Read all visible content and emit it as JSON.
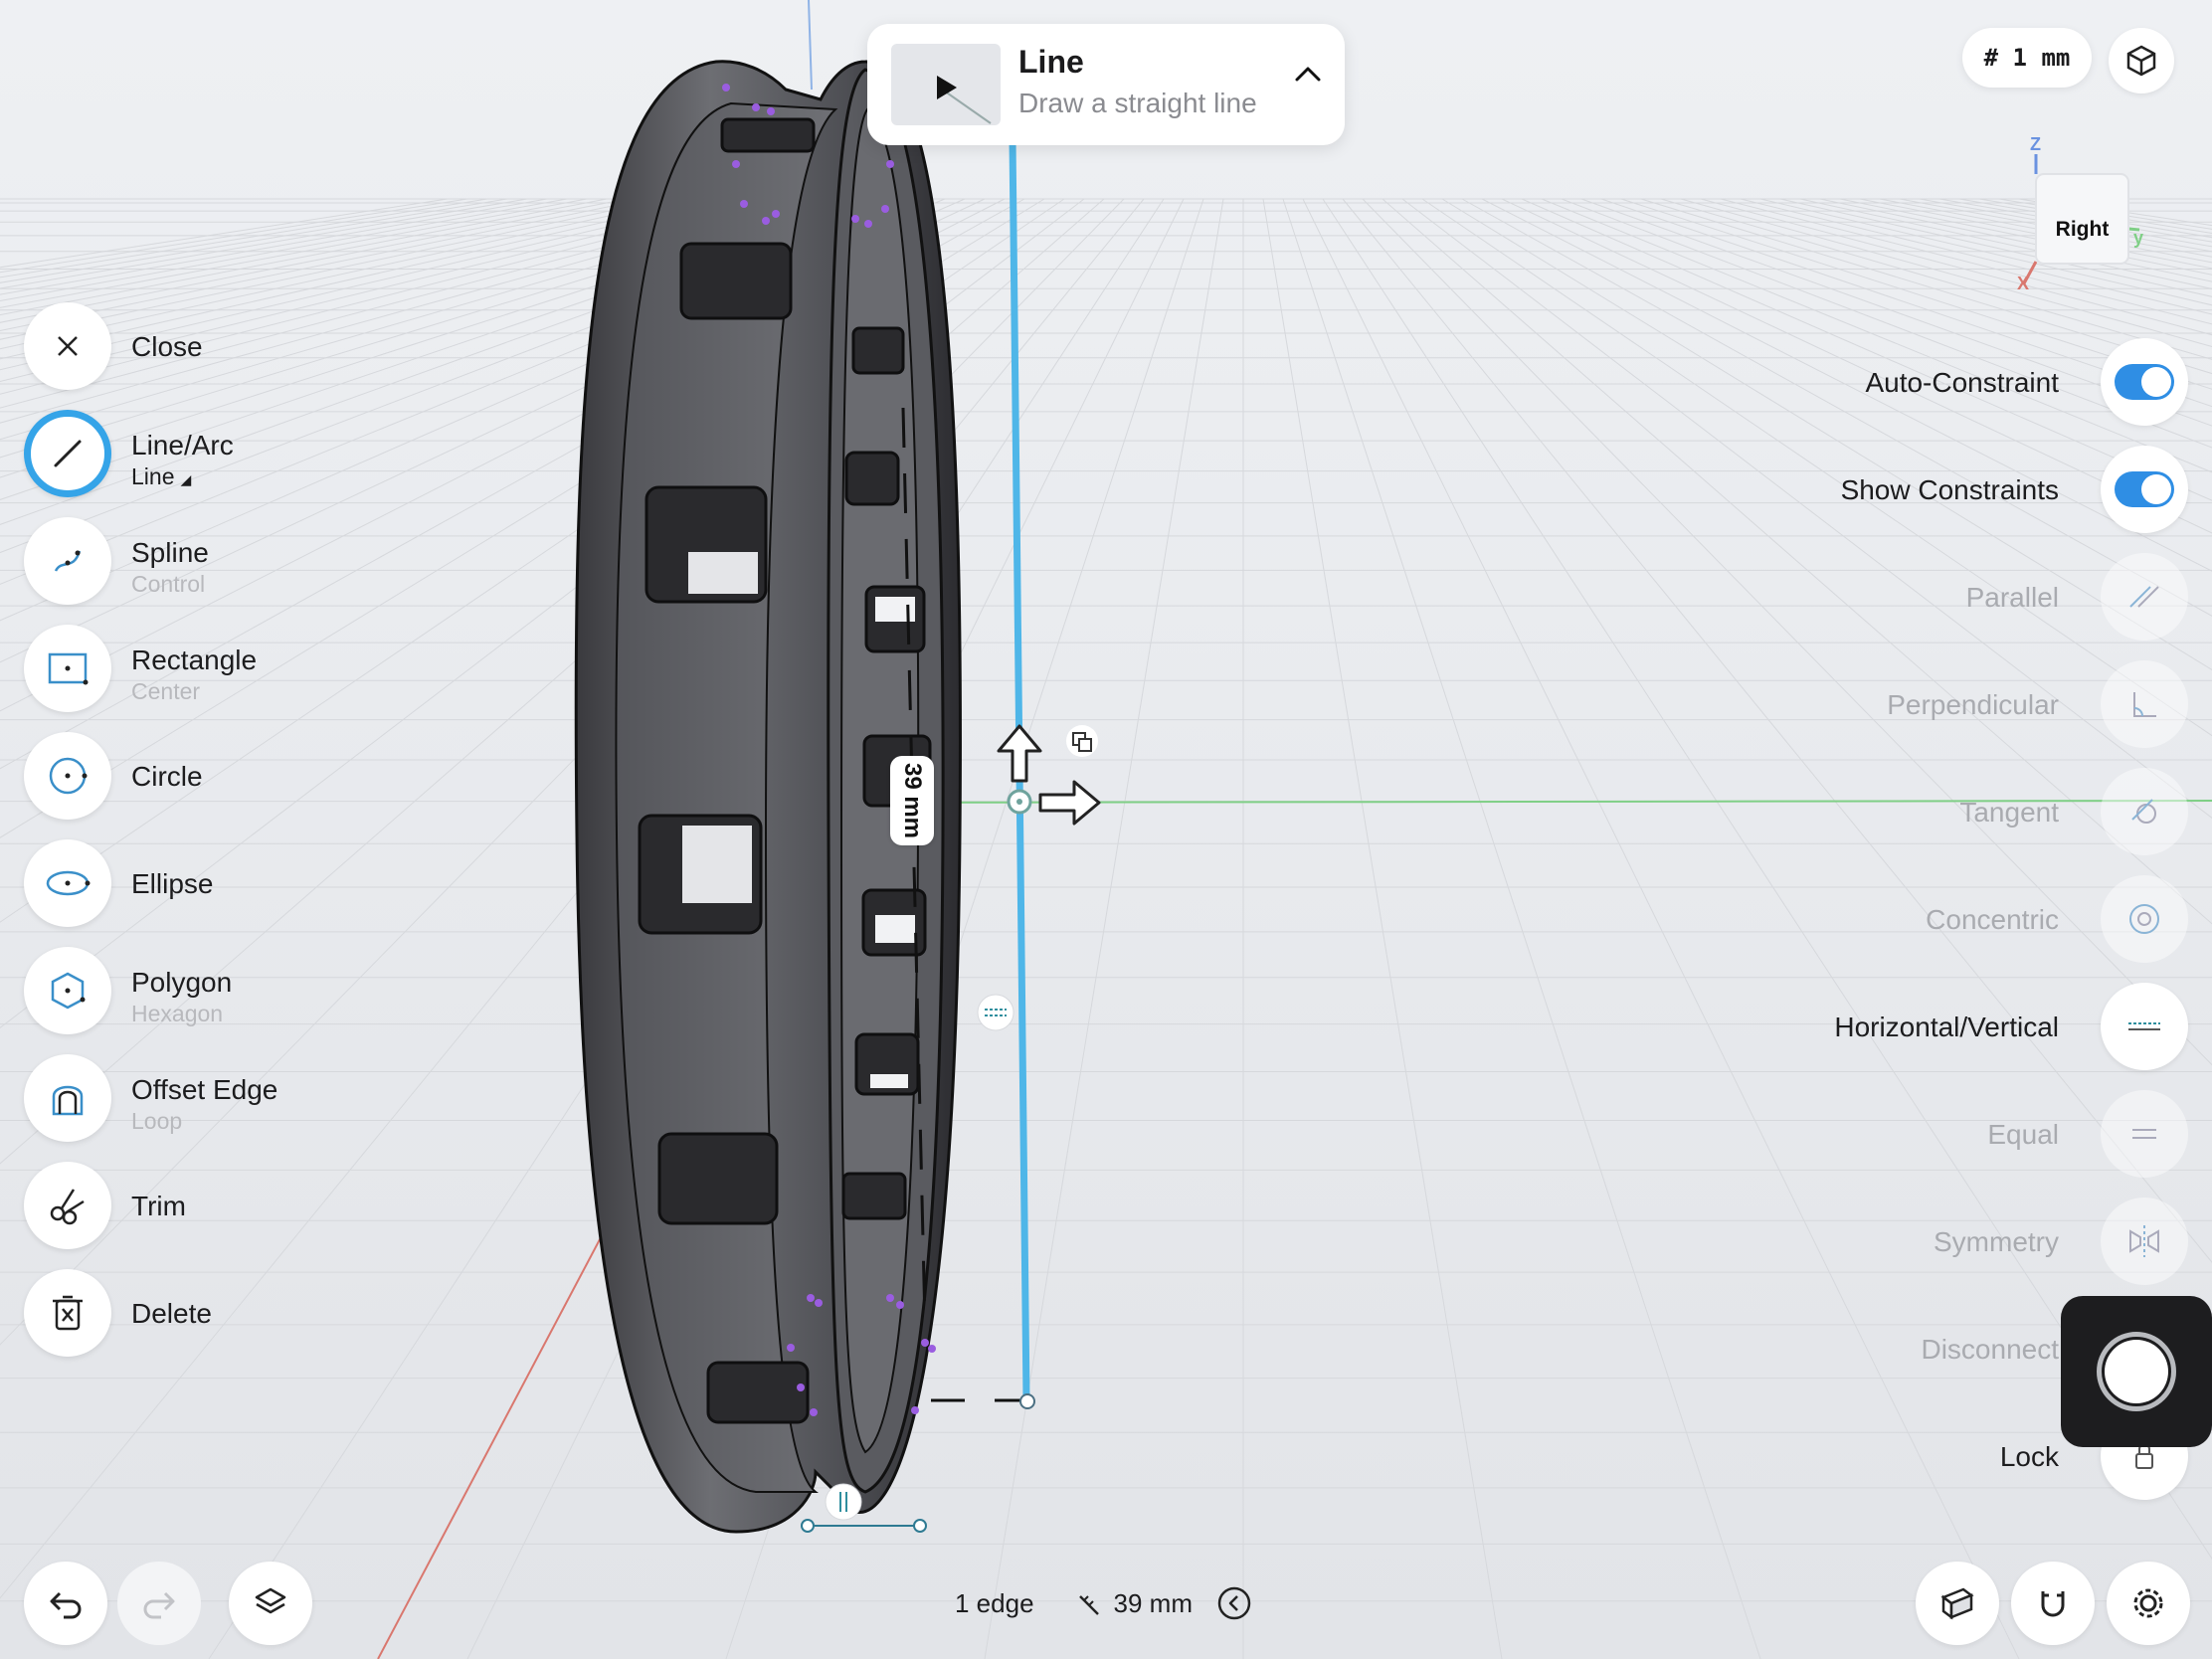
{
  "tool_card": {
    "title": "Line",
    "description": "Draw a straight line"
  },
  "grid": {
    "label": "# 1 mm"
  },
  "view_cube": {
    "face": "Right",
    "axes": {
      "z": "Z",
      "y": "Y",
      "x": "X"
    }
  },
  "dimension": {
    "value": "39 mm"
  },
  "tools": [
    {
      "label": "Close",
      "sub": "",
      "icon": "close-icon"
    },
    {
      "label": "Line/Arc",
      "sub": "Line",
      "icon": "line-icon",
      "active": true
    },
    {
      "label": "Spline",
      "sub": "Control",
      "icon": "spline-icon"
    },
    {
      "label": "Rectangle",
      "sub": "Center",
      "icon": "rectangle-center-icon"
    },
    {
      "label": "Circle",
      "sub": "",
      "icon": "circle-icon"
    },
    {
      "label": "Ellipse",
      "sub": "",
      "icon": "ellipse-icon"
    },
    {
      "label": "Polygon",
      "sub": "Hexagon",
      "icon": "hexagon-icon"
    },
    {
      "label": "Offset Edge",
      "sub": "Loop",
      "icon": "offset-edge-icon"
    },
    {
      "label": "Trim",
      "sub": "",
      "icon": "scissors-icon"
    },
    {
      "label": "Delete",
      "sub": "",
      "icon": "trash-icon"
    }
  ],
  "constraints": [
    {
      "label": "Auto-Constraint",
      "type": "toggle",
      "on": true
    },
    {
      "label": "Show Constraints",
      "type": "toggle",
      "on": true
    },
    {
      "label": "Parallel",
      "enabled": false,
      "icon": "parallel-icon"
    },
    {
      "label": "Perpendicular",
      "enabled": false,
      "icon": "perpendicular-icon"
    },
    {
      "label": "Tangent",
      "enabled": false,
      "icon": "tangent-icon"
    },
    {
      "label": "Concentric",
      "enabled": false,
      "icon": "concentric-icon"
    },
    {
      "label": "Horizontal/Vertical",
      "enabled": true,
      "icon": "horizontal-vertical-icon"
    },
    {
      "label": "Equal",
      "enabled": false,
      "icon": "equal-icon"
    },
    {
      "label": "Symmetry",
      "enabled": false,
      "icon": "symmetry-icon"
    },
    {
      "label": "Disconnect",
      "enabled": false,
      "icon": "disconnect-icon"
    },
    {
      "label": "Lock",
      "enabled": true,
      "icon": "lock-icon"
    }
  ],
  "status": {
    "selection": "1 edge",
    "length": "39 mm"
  },
  "colors": {
    "accent": "#35a4e8",
    "toggle": "#2f8ee4",
    "sketch_line": "#4fb6e8",
    "x_axis": "#d9776e",
    "y_axis": "#7fcf86"
  }
}
